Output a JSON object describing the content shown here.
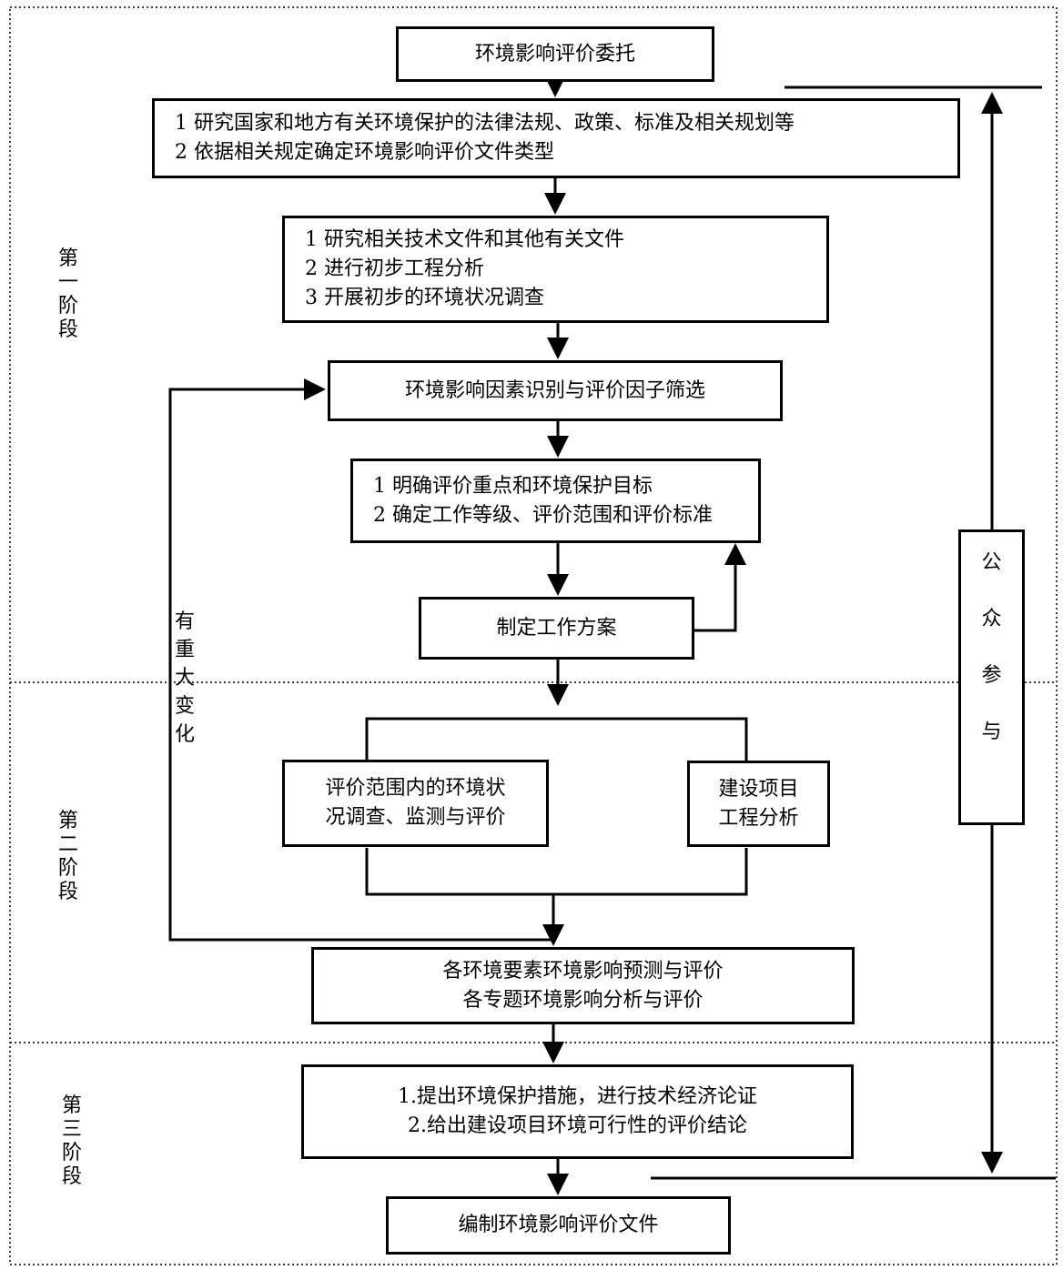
{
  "stages": {
    "stage1": [
      "第",
      "一",
      "阶",
      "段"
    ],
    "stage2": [
      "第",
      "二",
      "阶",
      "段"
    ],
    "stage3": [
      "第",
      "三",
      "阶",
      "段"
    ]
  },
  "boxes": {
    "entrust": "环境影响评价委托",
    "research_laws": [
      "1 研究国家和地方有关环境保护的法律法规、政策、标准及相关规划等",
      "2 依据相关规定确定环境影响评价文件类型"
    ],
    "research_docs": [
      "1 研究相关技术文件和其他有关文件",
      "2 进行初步工程分析",
      "3 开展初步的环境状况调查"
    ],
    "factor_identification": "环境影响因素识别与评价因子筛选",
    "define_focus": [
      "1 明确评价重点和环境保护目标",
      "2 确定工作等级、评价范围和评价标准"
    ],
    "work_plan": "制定工作方案",
    "env_survey": [
      "评价范围内的环境状",
      "况调查、监测与评价"
    ],
    "project_analysis": [
      "建设项目",
      "工程分析"
    ],
    "prediction": [
      "各环境要素环境影响预测与评价",
      "各专题环境影响分析与评价"
    ],
    "measures": [
      "1.提出环境保护措施，进行技术经济论证",
      "2.给出建设项目环境可行性的评价结论"
    ],
    "compile": "编制环境影响评价文件"
  },
  "labels": {
    "major_change": [
      "有",
      "重",
      "大",
      "变",
      "化"
    ],
    "public_participation": [
      "公",
      "众",
      "参",
      "与"
    ]
  }
}
